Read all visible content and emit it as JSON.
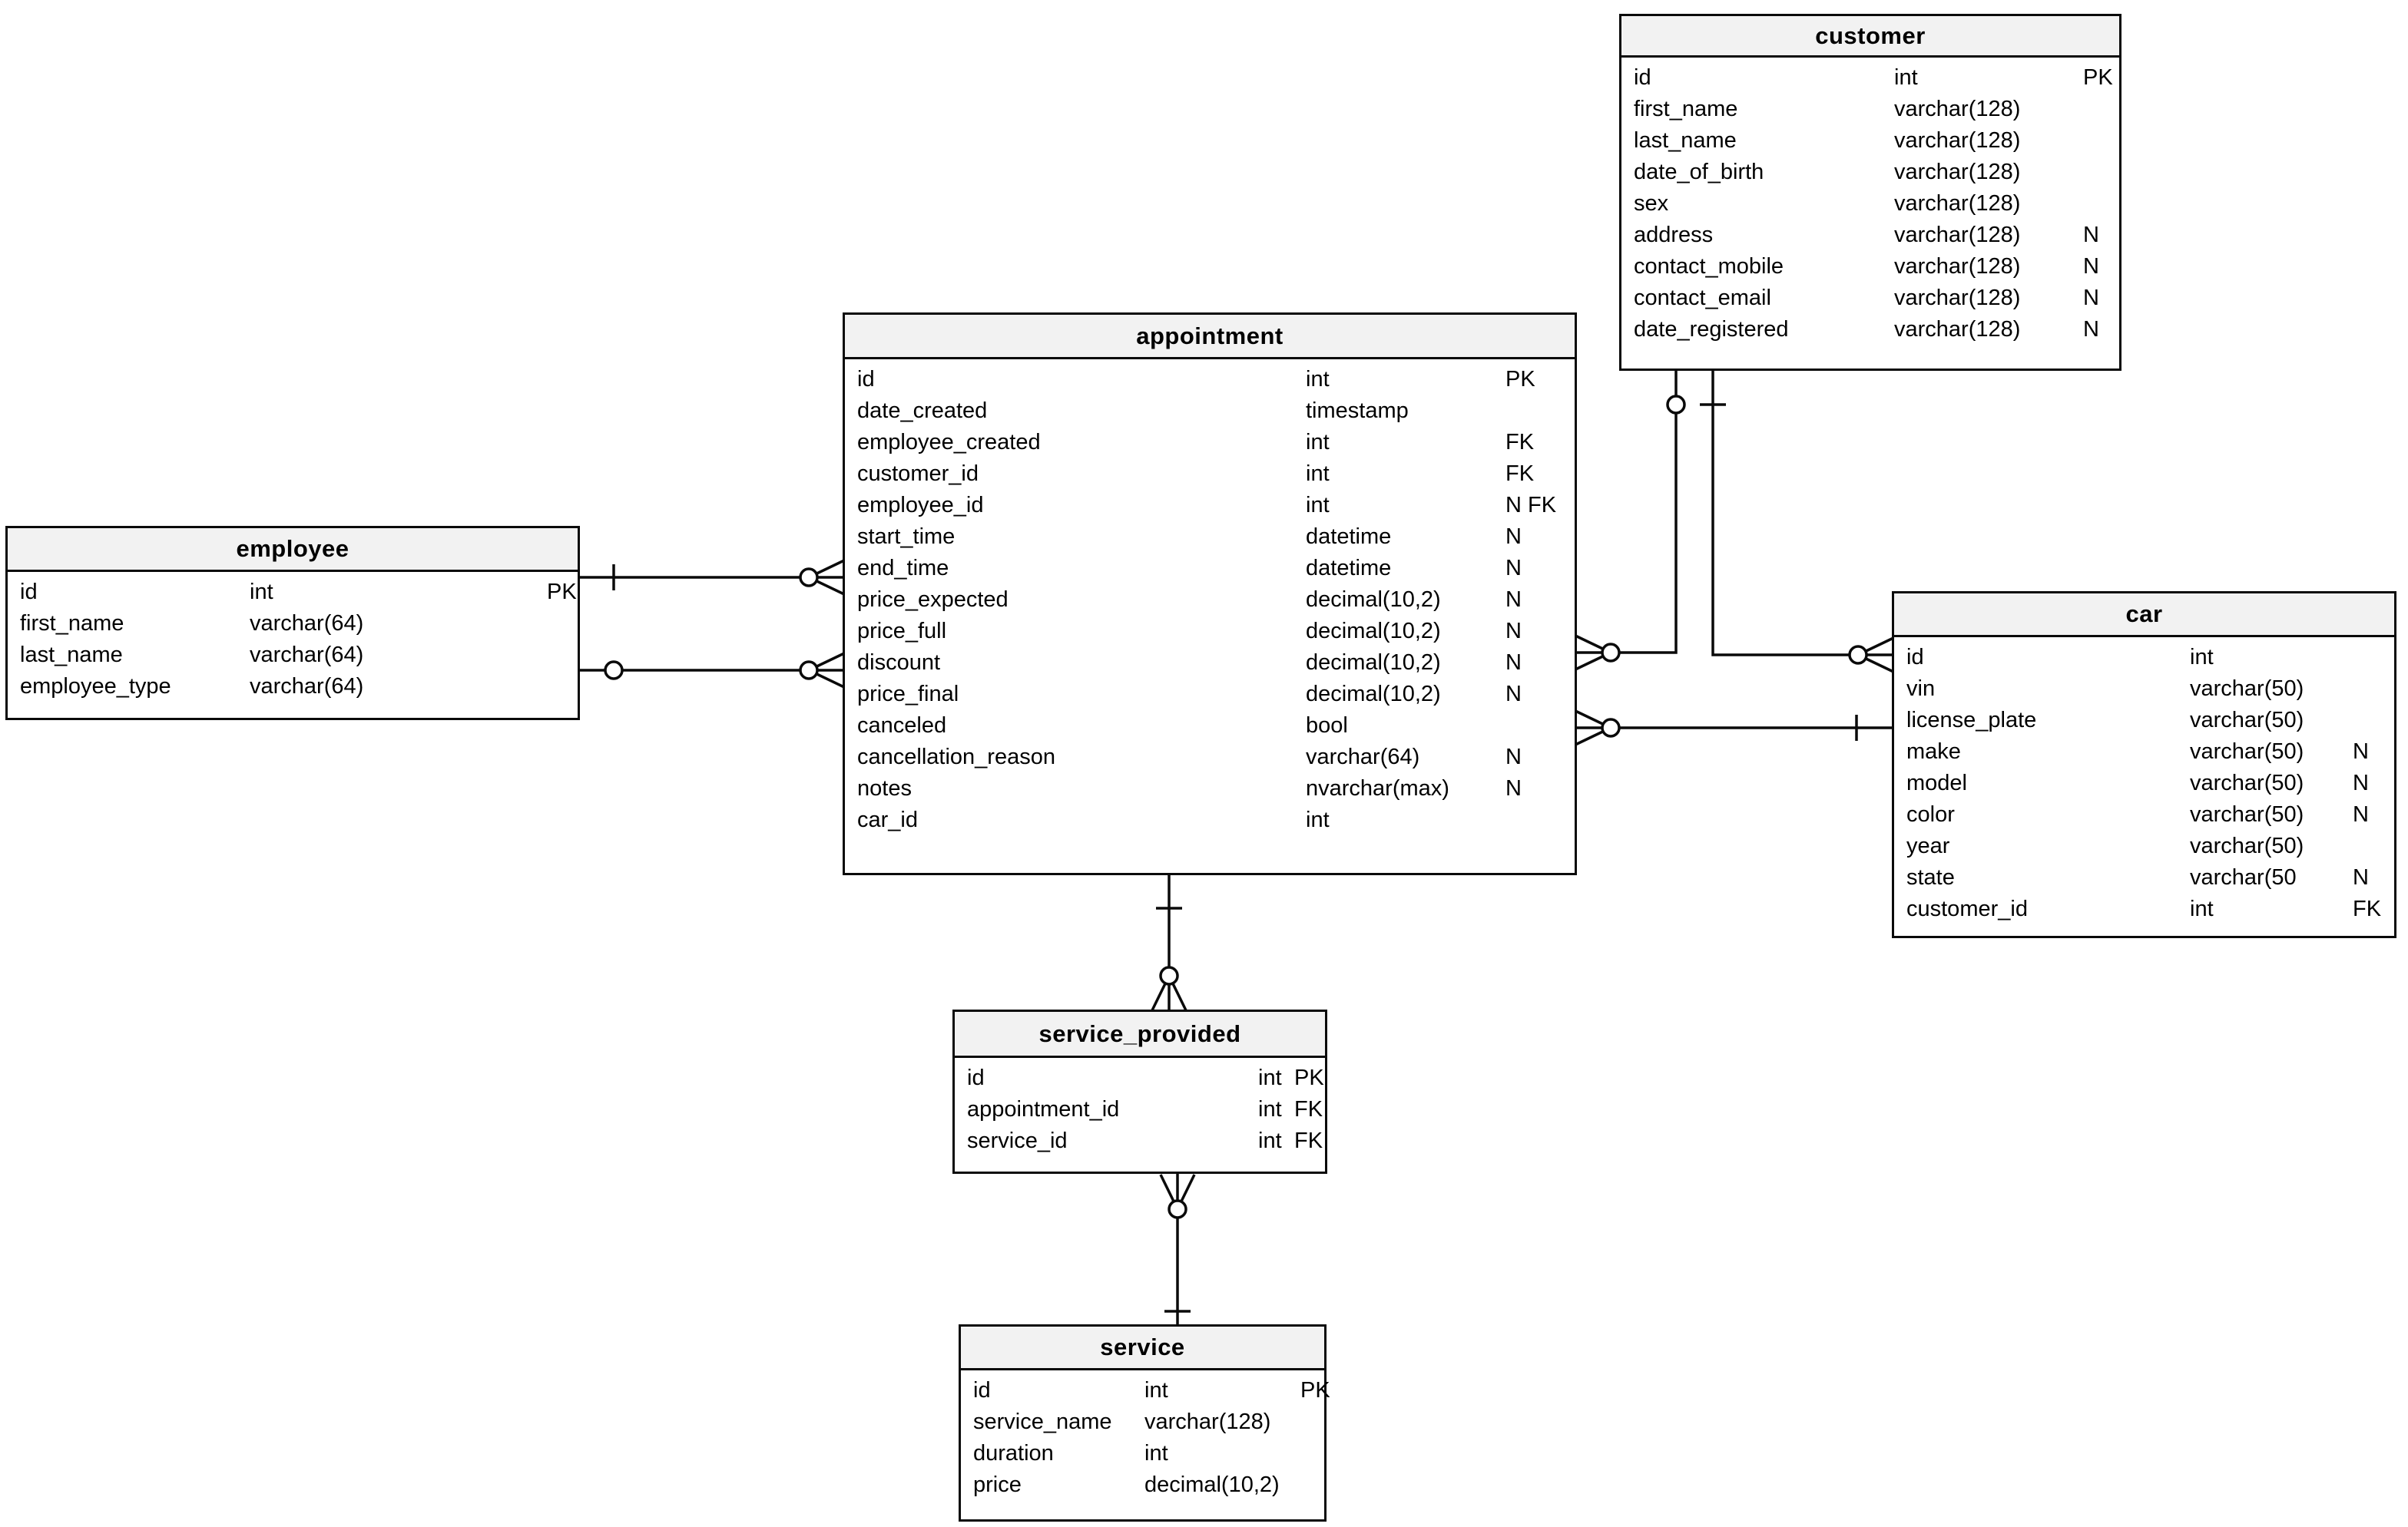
{
  "diagram": {
    "kind": "entity-relationship-diagram",
    "notation": "crows-foot",
    "tables": [
      {
        "name": "customer",
        "columns": [
          {
            "name": "id",
            "type": "int",
            "nullable": "",
            "key": "PK"
          },
          {
            "name": "first_name",
            "type": "varchar(128)",
            "nullable": "",
            "key": ""
          },
          {
            "name": "last_name",
            "type": "varchar(128)",
            "nullable": "",
            "key": ""
          },
          {
            "name": "date_of_birth",
            "type": "varchar(128)",
            "nullable": "",
            "key": ""
          },
          {
            "name": "sex",
            "type": "varchar(128)",
            "nullable": "",
            "key": ""
          },
          {
            "name": "address",
            "type": "varchar(128)",
            "nullable": "N",
            "key": ""
          },
          {
            "name": "contact_mobile",
            "type": "varchar(128)",
            "nullable": "N",
            "key": ""
          },
          {
            "name": "contact_email",
            "type": "varchar(128)",
            "nullable": "N",
            "key": ""
          },
          {
            "name": "date_registered",
            "type": "varchar(128)",
            "nullable": "N",
            "key": ""
          }
        ]
      },
      {
        "name": "appointment",
        "columns": [
          {
            "name": "id",
            "type": "int",
            "nullable": "",
            "key": "PK"
          },
          {
            "name": "date_created",
            "type": "timestamp",
            "nullable": "",
            "key": ""
          },
          {
            "name": "employee_created",
            "type": "int",
            "nullable": "",
            "key": "FK"
          },
          {
            "name": "customer_id",
            "type": "int",
            "nullable": "",
            "key": "FK"
          },
          {
            "name": "employee_id",
            "type": "int",
            "nullable": "N",
            "key": "FK"
          },
          {
            "name": "start_time",
            "type": "datetime",
            "nullable": "N",
            "key": ""
          },
          {
            "name": "end_time",
            "type": "datetime",
            "nullable": "N",
            "key": ""
          },
          {
            "name": "price_expected",
            "type": "decimal(10,2)",
            "nullable": "N",
            "key": ""
          },
          {
            "name": "price_full",
            "type": "decimal(10,2)",
            "nullable": "N",
            "key": ""
          },
          {
            "name": "discount",
            "type": "decimal(10,2)",
            "nullable": "N",
            "key": ""
          },
          {
            "name": "price_final",
            "type": "decimal(10,2)",
            "nullable": "N",
            "key": ""
          },
          {
            "name": "canceled",
            "type": "bool",
            "nullable": "",
            "key": ""
          },
          {
            "name": "cancellation_reason",
            "type": "varchar(64)",
            "nullable": "N",
            "key": ""
          },
          {
            "name": "notes",
            "type": "nvarchar(max)",
            "nullable": "N",
            "key": ""
          },
          {
            "name": "car_id",
            "type": "int",
            "nullable": "",
            "key": ""
          }
        ]
      },
      {
        "name": "employee",
        "columns": [
          {
            "name": "id",
            "type": "int",
            "nullable": "",
            "key": "PK"
          },
          {
            "name": "first_name",
            "type": "varchar(64)",
            "nullable": "",
            "key": ""
          },
          {
            "name": "last_name",
            "type": "varchar(64)",
            "nullable": "",
            "key": ""
          },
          {
            "name": "employee_type",
            "type": "varchar(64)",
            "nullable": "",
            "key": ""
          }
        ]
      },
      {
        "name": "car",
        "columns": [
          {
            "name": "id",
            "type": "int",
            "nullable": "",
            "key": ""
          },
          {
            "name": "vin",
            "type": "varchar(50)",
            "nullable": "",
            "key": ""
          },
          {
            "name": "license_plate",
            "type": "varchar(50)",
            "nullable": "",
            "key": ""
          },
          {
            "name": "make",
            "type": "varchar(50)",
            "nullable": "N",
            "key": ""
          },
          {
            "name": "model",
            "type": "varchar(50)",
            "nullable": "N",
            "key": ""
          },
          {
            "name": "color",
            "type": "varchar(50)",
            "nullable": "N",
            "key": ""
          },
          {
            "name": "year",
            "type": "varchar(50)",
            "nullable": "",
            "key": ""
          },
          {
            "name": "state",
            "type": "varchar(50",
            "nullable": "N",
            "key": ""
          },
          {
            "name": "customer_id",
            "type": "int",
            "nullable": "",
            "key": "FK"
          }
        ]
      },
      {
        "name": "service_provided",
        "columns": [
          {
            "name": "id",
            "type": "int",
            "nullable": "",
            "key": "PK"
          },
          {
            "name": "appointment_id",
            "type": "int",
            "nullable": "",
            "key": "FK"
          },
          {
            "name": "service_id",
            "type": "int",
            "nullable": "",
            "key": "FK"
          }
        ]
      },
      {
        "name": "service",
        "columns": [
          {
            "name": "id",
            "type": "int",
            "nullable": "",
            "key": "PK"
          },
          {
            "name": "service_name",
            "type": "varchar(128)",
            "nullable": "",
            "key": ""
          },
          {
            "name": "duration",
            "type": "int",
            "nullable": "",
            "key": ""
          },
          {
            "name": "price",
            "type": "decimal(10,2)",
            "nullable": "",
            "key": ""
          }
        ]
      }
    ],
    "relationships": [
      {
        "id": "employee-appointment-created",
        "from": "employee",
        "to": "appointment",
        "from_marker": "one",
        "to_marker": "zero-or-many"
      },
      {
        "id": "employee-appointment-assigned",
        "from": "employee",
        "to": "appointment",
        "from_marker": "zero",
        "to_marker": "zero-or-many"
      },
      {
        "id": "customer-appointment",
        "from": "customer",
        "to": "appointment",
        "from_marker": "zero",
        "to_marker": "zero-or-many"
      },
      {
        "id": "customer-car",
        "from": "customer",
        "to": "car",
        "from_marker": "one",
        "to_marker": "zero-or-many"
      },
      {
        "id": "car-appointment",
        "from": "car",
        "to": "appointment",
        "from_marker": "one",
        "to_marker": "zero-or-many"
      },
      {
        "id": "appointment-service-provided",
        "from": "appointment",
        "to": "service_provided",
        "from_marker": "one",
        "to_marker": "zero-or-many"
      },
      {
        "id": "service-service-provided",
        "from": "service",
        "to": "service_provided",
        "from_marker": "one",
        "to_marker": "zero-or-many"
      }
    ]
  }
}
